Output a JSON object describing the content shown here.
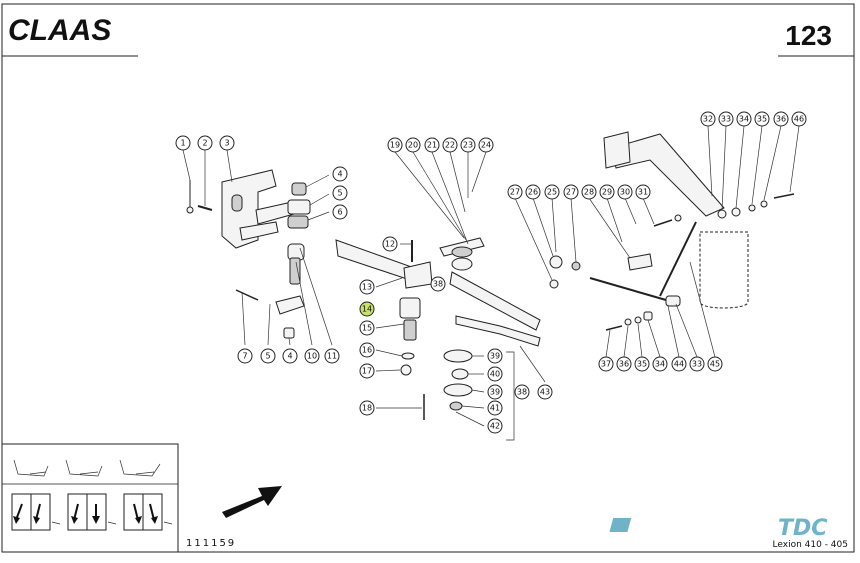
{
  "header": {
    "brand": "CLAAS",
    "page_number": "123"
  },
  "footer": {
    "drawing_number": "111159",
    "logo_text": "TDC",
    "model": "Lexion 410 - 405"
  },
  "highlighted_callout": "14",
  "callouts": [
    "1",
    "2",
    "3",
    "4",
    "5",
    "6",
    "4",
    "5",
    "7",
    "10",
    "11",
    "12",
    "13",
    "14",
    "15",
    "16",
    "17",
    "18",
    "19",
    "20",
    "21",
    "22",
    "23",
    "24",
    "25",
    "26",
    "27",
    "27",
    "28",
    "29",
    "30",
    "31",
    "32",
    "33",
    "34",
    "35",
    "36",
    "46",
    "33",
    "34",
    "35",
    "36",
    "37",
    "38",
    "38",
    "39",
    "40",
    "39",
    "41",
    "42",
    "43",
    "44",
    "45"
  ],
  "colors": {
    "line": "#222222",
    "highlight": "#c9e06a",
    "logo": "#6fb3c9"
  }
}
